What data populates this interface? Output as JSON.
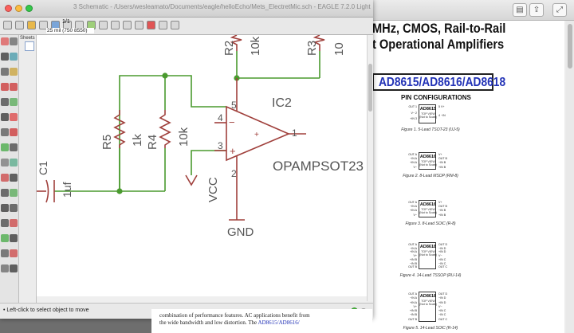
{
  "eagle": {
    "title": "3 Schematic - /Users/wesleamato/Documents/eagle/helloEcho/Mets_ElectretMic.sch - EAGLE 7.2.0 Light",
    "sheet_counter": "1/1",
    "sheets_label": "Sheets",
    "grid_readout": "25 mil (750 8550)",
    "status_text": "• Left-click to select object to move",
    "schematic": {
      "labels": {
        "R2": "R2",
        "R2_val": "10k",
        "R3": "R3",
        "R3_val": "10",
        "IC2": "IC2",
        "R5": "R5",
        "R5_val": "1k",
        "R4": "R4",
        "R4_val": "10k",
        "pin5": "5",
        "pin4": "4",
        "pin3": "3",
        "pin2": "2",
        "pin1": "1",
        "opamp": "OPAMPSOT23",
        "vcc": "VCC",
        "gnd": "GND",
        "cap_val": "1uf",
        "cap_ref": "C1",
        "minus": "−",
        "plus": "+",
        "center_plus": "+"
      }
    }
  },
  "pdf": {
    "heading1": "MHz, CMOS, Rail-to-Rail",
    "heading2": "t Operational Amplifiers",
    "part_numbers": "AD8615/AD8616/AD8618",
    "pin_config_title": "PIN CONFIGURATIONS",
    "packages": [
      {
        "name": "AD8615",
        "sub": "TOP VIEW\n(Not to Scale)",
        "caption": "Figure 1. 5-Lead TSOT-23 (UJ-5)",
        "left": [
          "OUT 1",
          "V− 2",
          "+IN 3"
        ],
        "right": [
          "5 V+",
          "4 −IN"
        ]
      },
      {
        "name": "AD8616",
        "sub": "TOP VIEW\n(Not to Scale)",
        "caption": "Figure 2. 8-Lead MSOP (RM-8)",
        "left": [
          "OUT A",
          "−IN A",
          "+IN A",
          "V−"
        ],
        "right": [
          "V+",
          "OUT B",
          "−IN B",
          "+IN B"
        ]
      },
      {
        "name": "AD8616",
        "sub": "TOP VIEW\n(Not to Scale)",
        "caption": "Figure 3. 8-Lead SOIC (R-8)",
        "left": [
          "OUT A",
          "−IN A",
          "+IN A",
          "V−"
        ],
        "right": [
          "V+",
          "OUT B",
          "−IN B",
          "+IN B"
        ]
      },
      {
        "name": "AD8618",
        "sub": "TOP VIEW\n(Not to Scale)",
        "caption": "Figure 4. 14-Lead TSSOP (RU-14)",
        "left": [
          "OUT A",
          "−IN A",
          "+IN A",
          "V+",
          "+IN B",
          "−IN B",
          "OUT B"
        ],
        "right": [
          "OUT D",
          "−IN D",
          "+IN D",
          "V−",
          "+IN C",
          "−IN C",
          "OUT C"
        ]
      },
      {
        "name": "AD8618",
        "sub": "TOP VIEW\n(Not to Scale)",
        "caption": "Figure 5. 14-Lead SOIC (R-14)",
        "left": [
          "OUT A",
          "−IN A",
          "+IN A",
          "V+",
          "+IN B",
          "−IN B",
          "OUT B"
        ],
        "right": [
          "OUT D",
          "−IN D",
          "+IN D",
          "V−",
          "+IN C",
          "−IN C",
          "OUT C"
        ]
      }
    ],
    "body_line1": "combination of performance features. AC applications benefit from",
    "body_line2_a": "the wide bandwidth and low distortion. The ",
    "body_line2_link": "AD8615/AD8616/"
  },
  "colors": {
    "wire": "#4a9a2e",
    "part": "#a0403c",
    "junction": "#4a9a2e",
    "part_link": "#2232b6"
  }
}
